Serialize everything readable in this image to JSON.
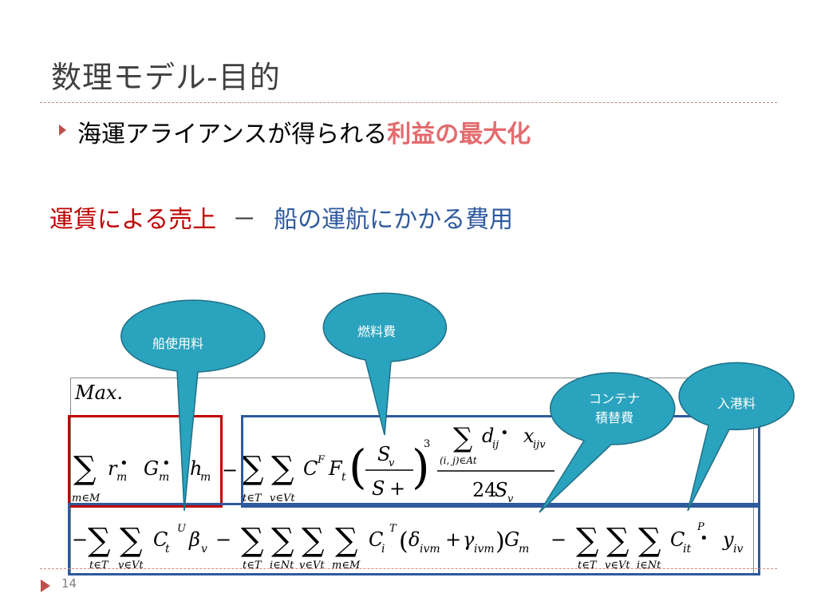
{
  "title": "数理モデル-目的",
  "bullet": {
    "text_main": "海運アライアンスが得られる",
    "text_highlight": "利益の最大化"
  },
  "equation_line": {
    "revenue": "運賃による売上",
    "minus": "－",
    "cost": "船の運航にかかる費用"
  },
  "formula": {
    "max_label": "Max."
  },
  "callouts": {
    "ship_fee": "船使用料",
    "fuel_cost": "燃料費",
    "container_line1": "コンテナ",
    "container_line2": "積替費",
    "port_fee": "入港料"
  },
  "footer": {
    "page_number": "14"
  },
  "colors": {
    "accent": "#c0504d",
    "revenue_red": "#c00000",
    "cost_blue": "#2e5a9e",
    "callout_teal": "#2aa3be",
    "highlight_pink": "#e36b6e"
  }
}
